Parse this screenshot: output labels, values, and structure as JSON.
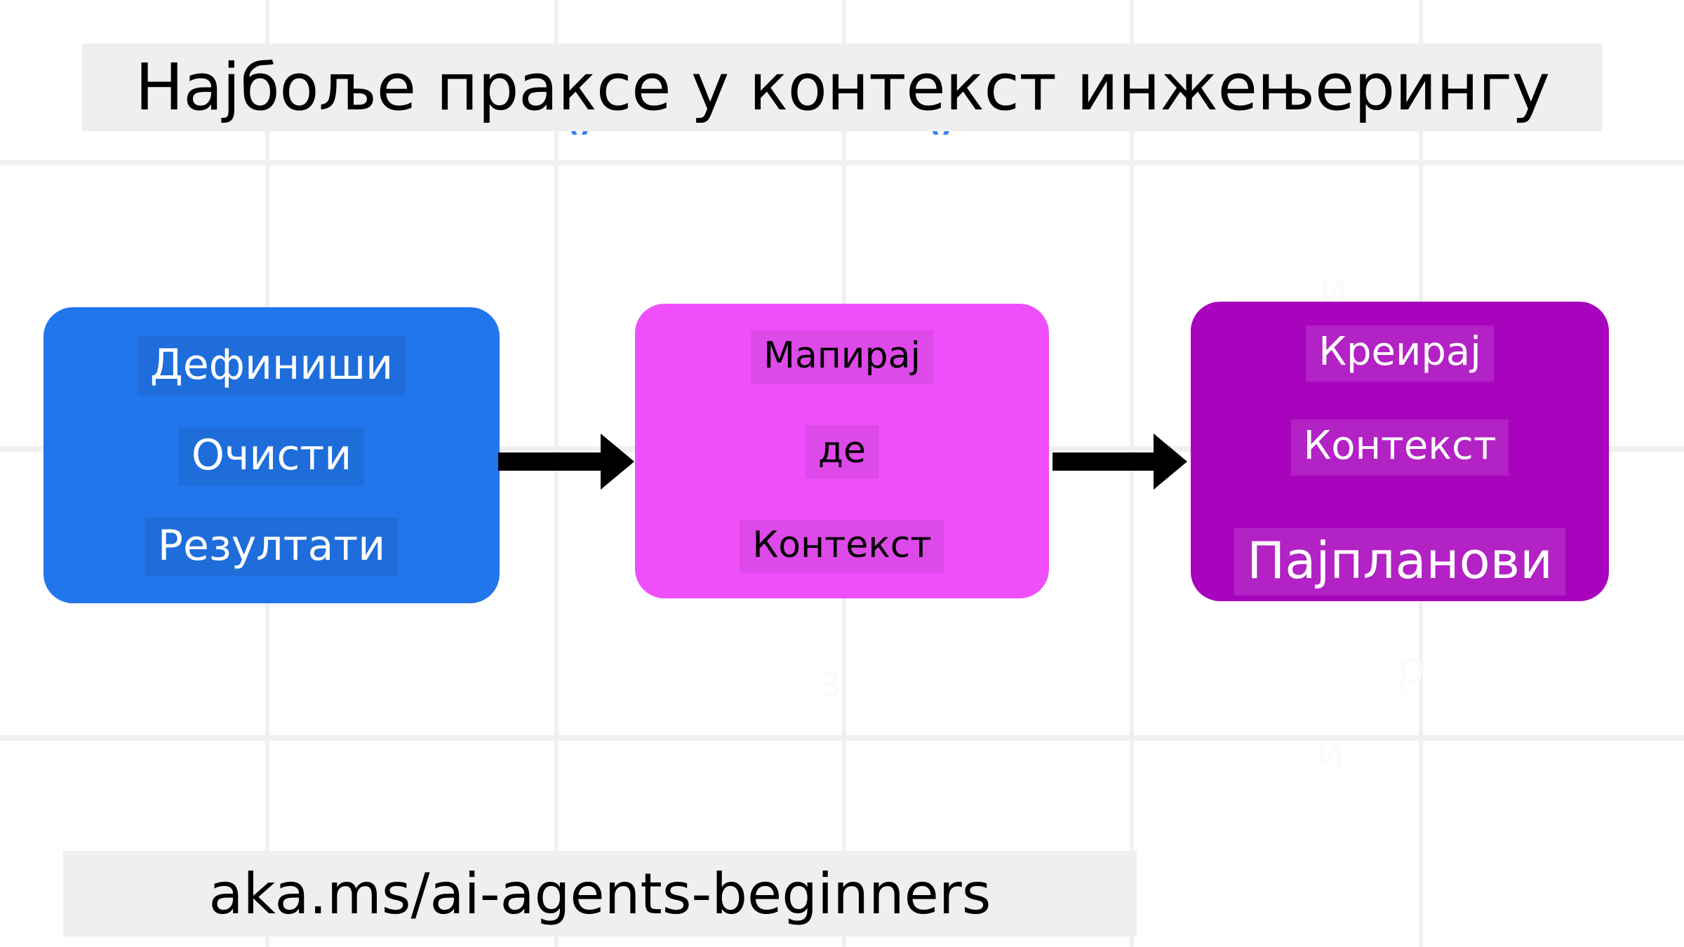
{
  "slide": {
    "title": "Најбоље праксе у контекст инжењерингу",
    "footer": "aka.ms/ai-agents-beginners",
    "background_color": "#ffffff",
    "grid_line_color": "#f0f0f0",
    "banner_color": "#efefef"
  },
  "diagram": {
    "type": "flow",
    "direction": "left-to-right",
    "arrow_color": "#000000",
    "steps": [
      {
        "id": "step-1",
        "color": "#2176ec",
        "text_color": "#ffffff",
        "lines": [
          "Дефиниши",
          "Очисти",
          "Резултати"
        ]
      },
      {
        "id": "step-2",
        "color": "#ef4ffb",
        "text_color": "#000000",
        "lines": [
          "Мапирај",
          "де",
          "Контекст"
        ]
      },
      {
        "id": "step-3",
        "color": "#a804bd",
        "text_color": "#ffffff",
        "lines": [
          "Креирај",
          "Контекст",
          "Пајпланови"
        ]
      }
    ],
    "connectors": [
      "arrow-step1-to-step2",
      "arrow-step2-to-step3"
    ]
  },
  "background_ghosts": {
    "clipped_blue_1": "у",
    "clipped_blue_2": "у",
    "faint_1": "з",
    "faint_2": "и",
    "faint_3": "р",
    "faint_4": "и"
  }
}
